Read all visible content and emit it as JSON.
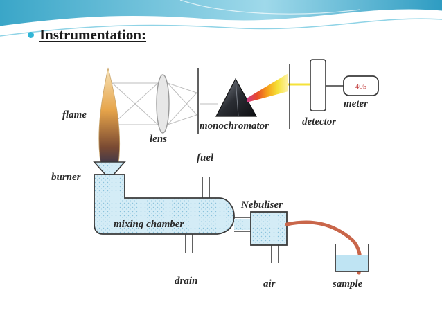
{
  "heading": {
    "text": "Instrumentation:"
  },
  "diagram": {
    "labels": {
      "flame": "flame",
      "lens": "lens",
      "monochromator": "monochromator",
      "detector": "detector",
      "meter": "meter",
      "meter_reading": "405",
      "burner": "burner",
      "fuel": "fuel",
      "mixing_chamber": "mixing chamber",
      "nebuliser": "Nebuliser",
      "drain": "drain",
      "air": "air",
      "sample": "sample"
    }
  },
  "colors": {
    "accent": "#31b6d6",
    "liquid": "#cfeaf5",
    "tube": "#c9664a"
  }
}
